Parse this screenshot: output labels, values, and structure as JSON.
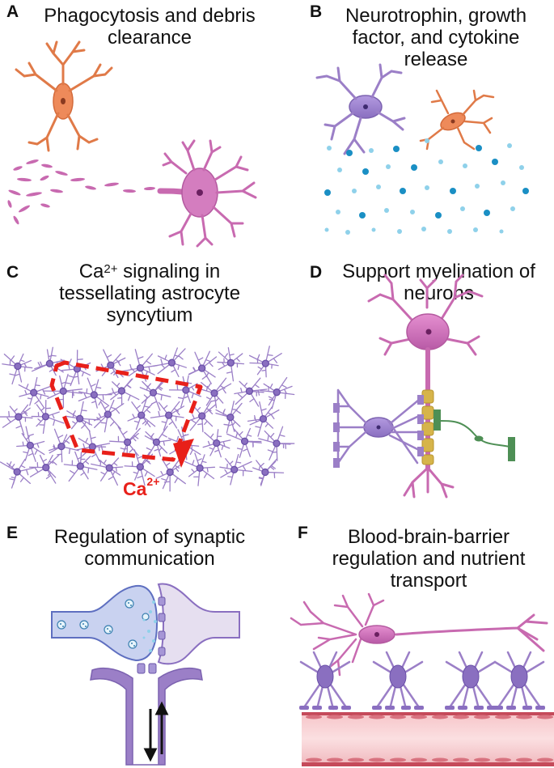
{
  "panels": [
    {
      "letter": "A",
      "title_lines": [
        "Phagocytosis and debris",
        "clearance"
      ]
    },
    {
      "letter": "B",
      "title_lines": [
        "Neurotrophin, growth",
        "factor, and cytokine",
        "release"
      ]
    },
    {
      "letter": "C",
      "title_pre": "Ca",
      "title_sup": "2+",
      "title_post": " signaling in",
      "title_lines": [
        "tessellating astrocyte",
        "syncytium"
      ]
    },
    {
      "letter": "D",
      "title_lines": [
        "Support myelination of",
        "neurons"
      ]
    },
    {
      "letter": "E",
      "title_lines": [
        "Regulation of synaptic",
        "communication"
      ]
    },
    {
      "letter": "F",
      "title_lines": [
        "Blood-brain-barrier",
        "regulation and nutrient",
        "transport"
      ]
    }
  ],
  "ca_label": {
    "base": "Ca",
    "sup": "2+"
  },
  "colors": {
    "astrocyte_purple": "#9b7fc7",
    "neuron_pink": "#c86ab0",
    "microglia_orange": "#ee8a5a",
    "signal_red": "#e8201a",
    "oligodendrocyte_green": "#4e8f55",
    "myelin_yellow": "#d6b44a",
    "factor_blue": "#1a8fc4",
    "factor_lightblue": "#8fd1ea"
  }
}
